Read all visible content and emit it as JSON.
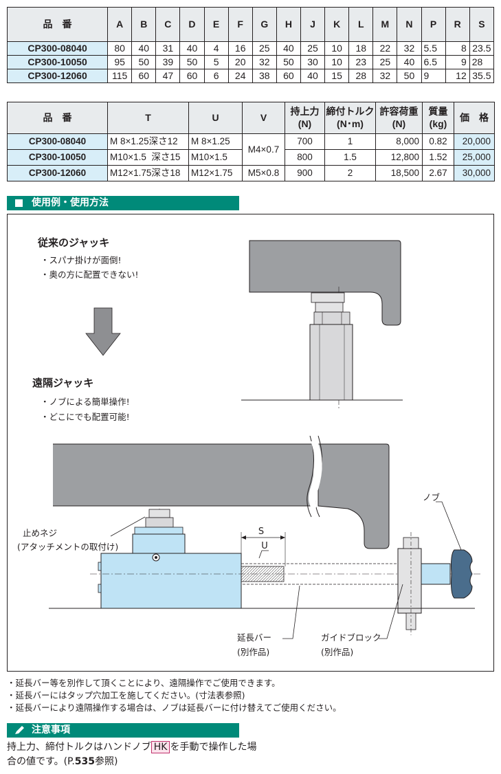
{
  "table1": {
    "header_partno": "品　番",
    "headers": [
      "A",
      "B",
      "C",
      "D",
      "E",
      "F",
      "G",
      "H",
      "J",
      "K",
      "L",
      "M",
      "N",
      "P",
      "R",
      "S"
    ],
    "rows": [
      {
        "part": "CP300-08040",
        "values": [
          "80",
          "40",
          "31",
          "40",
          "4",
          "16",
          "25",
          "40",
          "25",
          "10",
          "18",
          "22",
          "32",
          "5.5",
          "8",
          "23.5"
        ]
      },
      {
        "part": "CP300-10050",
        "values": [
          "95",
          "50",
          "39",
          "50",
          "5",
          "20",
          "32",
          "50",
          "30",
          "10",
          "23",
          "25",
          "40",
          "6.5",
          "9",
          "28"
        ]
      },
      {
        "part": "CP300-12060",
        "values": [
          "115",
          "60",
          "47",
          "60",
          "6",
          "24",
          "38",
          "60",
          "40",
          "15",
          "28",
          "32",
          "50",
          "9",
          "12",
          "35.5"
        ]
      }
    ]
  },
  "table2": {
    "header_partno": "品　番",
    "h_t": "T",
    "h_u": "U",
    "h_v": "V",
    "h_hold": "持上力",
    "h_hold_unit": "(N)",
    "h_torque": "締付トルク",
    "h_torque_unit": "(N･m)",
    "h_load": "許容荷重",
    "h_load_unit": "(N)",
    "h_mass": "質量",
    "h_mass_unit": "(kg)",
    "h_price": "価　格",
    "v_shared": "M4×0.7",
    "rows": [
      {
        "part": "CP300-08040",
        "t": "M 8×1.25深さ12",
        "u": "M 8×1.25",
        "v": "",
        "hold": "700",
        "torque": "1",
        "load": "8,000",
        "mass": "0.82",
        "price": "20,000"
      },
      {
        "part": "CP300-10050",
        "t": "M10×1.5  深さ15",
        "u": "M10×1.5",
        "v": "",
        "hold": "800",
        "torque": "1.5",
        "load": "12,800",
        "mass": "1.52",
        "price": "25,000"
      },
      {
        "part": "CP300-12060",
        "t": "M12×1.75深さ18",
        "u": "M12×1.75",
        "v": "M5×0.8",
        "hold": "900",
        "torque": "2",
        "load": "18,500",
        "mass": "2.67",
        "price": "30,000"
      }
    ]
  },
  "usage": {
    "section_title": "使用例・使用方法",
    "old_title": "従来のジャッキ",
    "old_points": [
      "・スパナ掛けが面倒!",
      "・奥の方に配置できない!"
    ],
    "new_title": "遠隔ジャッキ",
    "new_points": [
      "・ノブによる簡単操作!",
      "・どこにでも配置可能!"
    ],
    "label_setscrew_1": "止めネジ",
    "label_setscrew_2": "(アタッチメントの取付け)",
    "label_s": "S",
    "label_u": "U",
    "label_knob": "ノブ",
    "label_bar_1": "延長バー",
    "label_bar_2": "(別作品)",
    "label_guide_1": "ガイドブロック",
    "label_guide_2": "(別作品)"
  },
  "notes": [
    "・延長バー等を別作して頂くことにより、遠隔操作でご使用できます。",
    "・延長バーにはタップ穴加工を施してください。(寸法表参照)",
    "・延長バーにより遠隔操作する場合は、ノブは延長バーに付け替えてご使用ください。"
  ],
  "caution": {
    "title": "注意事項",
    "line1_before": "持上力、締付トルクはハンドノブ",
    "hk_label": "HK",
    "line1_after": "を手動で操作した場",
    "line2_before": "合の値です。(P.",
    "page_ref": "535",
    "line2_after": "参照)"
  },
  "colors": {
    "accent": "#008a79",
    "part_cell": "#d8eef8",
    "header_cell": "#e8ebed",
    "jack_body": "#bfe3f5",
    "beam": "#9d9fa2"
  }
}
